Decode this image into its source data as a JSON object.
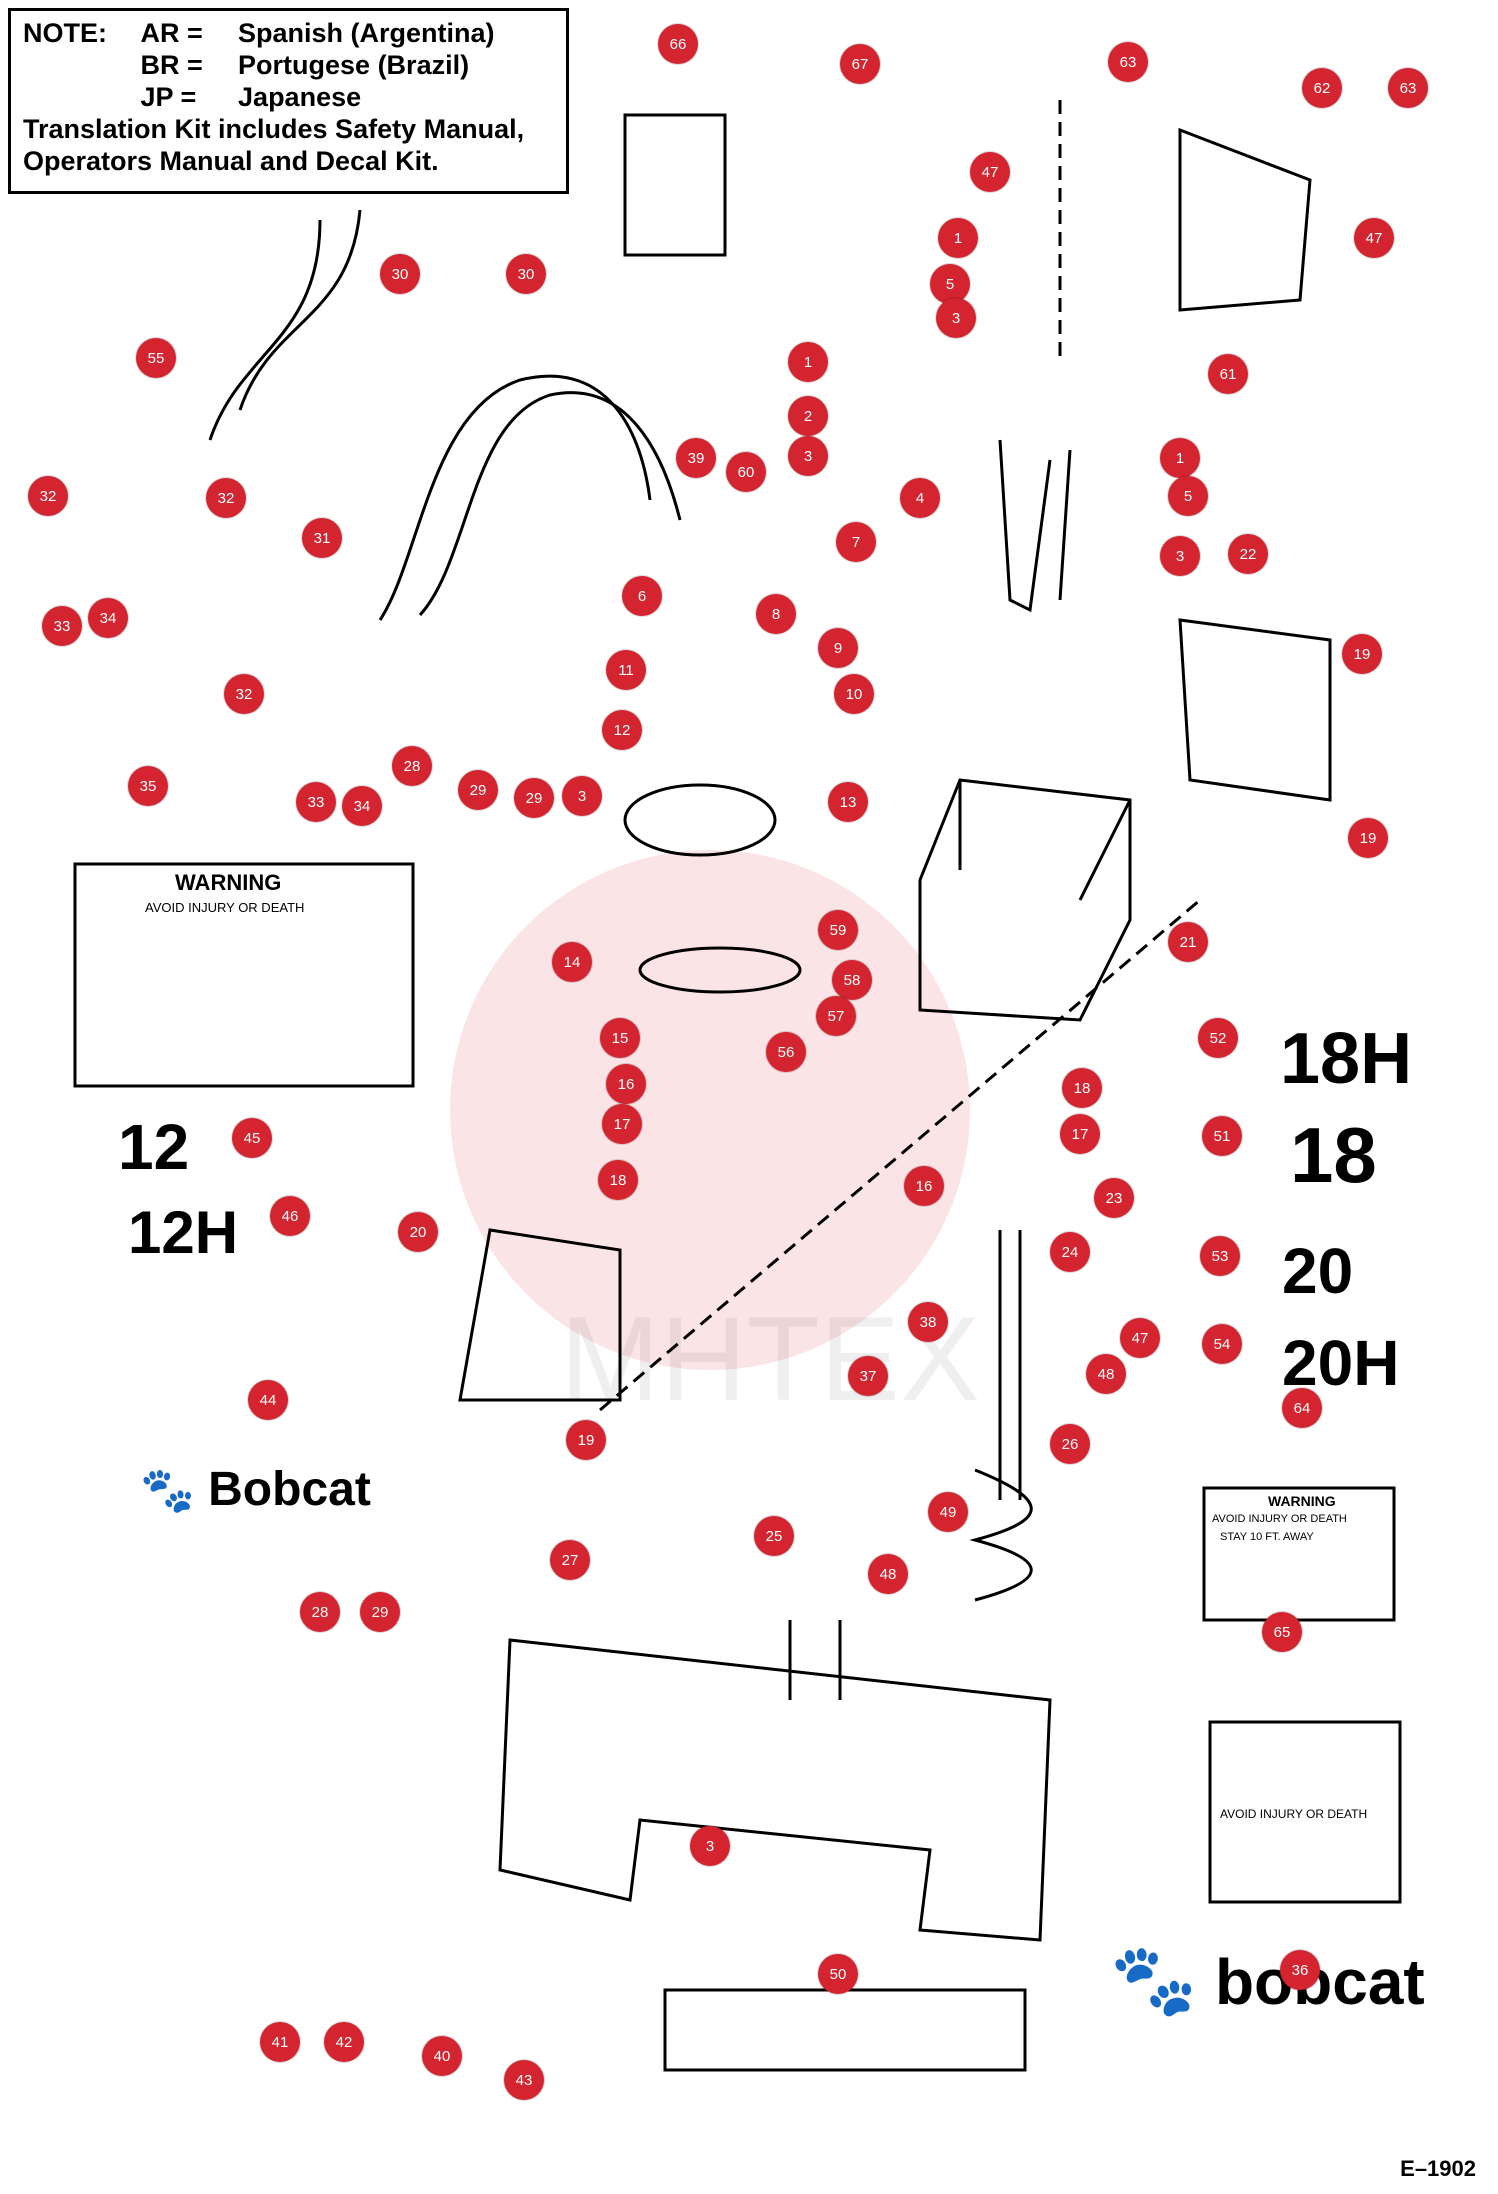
{
  "note": {
    "lines": [
      {
        "key": "NOTE:",
        "code": "AR =",
        "lang": "Spanish (Argentina)"
      },
      {
        "key": "",
        "code": "BR =",
        "lang": "Portugese (Brazil)"
      },
      {
        "key": "",
        "code": "JP =",
        "lang": "Japanese"
      }
    ],
    "footer1": "Translation Kit includes Safety Manual,",
    "footer2": "Operators Manual and Decal Kit."
  },
  "models": {
    "m12": "12",
    "m12h": "12H",
    "m18h": "18H",
    "m18": "18",
    "m20": "20",
    "m20h": "20H"
  },
  "brand": {
    "bobcat_small": "Bobcat",
    "bobcat_large": "bobcat"
  },
  "decals": {
    "warning": "WARNING",
    "avoid": "AVOID INJURY OR DEATH",
    "stay": "STAY 10 FT. AWAY"
  },
  "figure_id": "E–1902",
  "watermark": "MHTEX",
  "callouts": [
    "1",
    "2",
    "3",
    "4",
    "5",
    "6",
    "7",
    "8",
    "9",
    "10",
    "11",
    "12",
    "13",
    "14",
    "15",
    "16",
    "17",
    "18",
    "19",
    "20",
    "21",
    "22",
    "23",
    "24",
    "25",
    "26",
    "27",
    "28",
    "29",
    "30",
    "31",
    "32",
    "33",
    "34",
    "35",
    "36",
    "37",
    "38",
    "39",
    "40",
    "41",
    "42",
    "43",
    "44",
    "45",
    "46",
    "47",
    "48",
    "49",
    "50",
    "51",
    "52",
    "53",
    "54",
    "55",
    "56",
    "57",
    "58",
    "59",
    "60",
    "61",
    "62",
    "63",
    "64",
    "65",
    "66",
    "67"
  ]
}
